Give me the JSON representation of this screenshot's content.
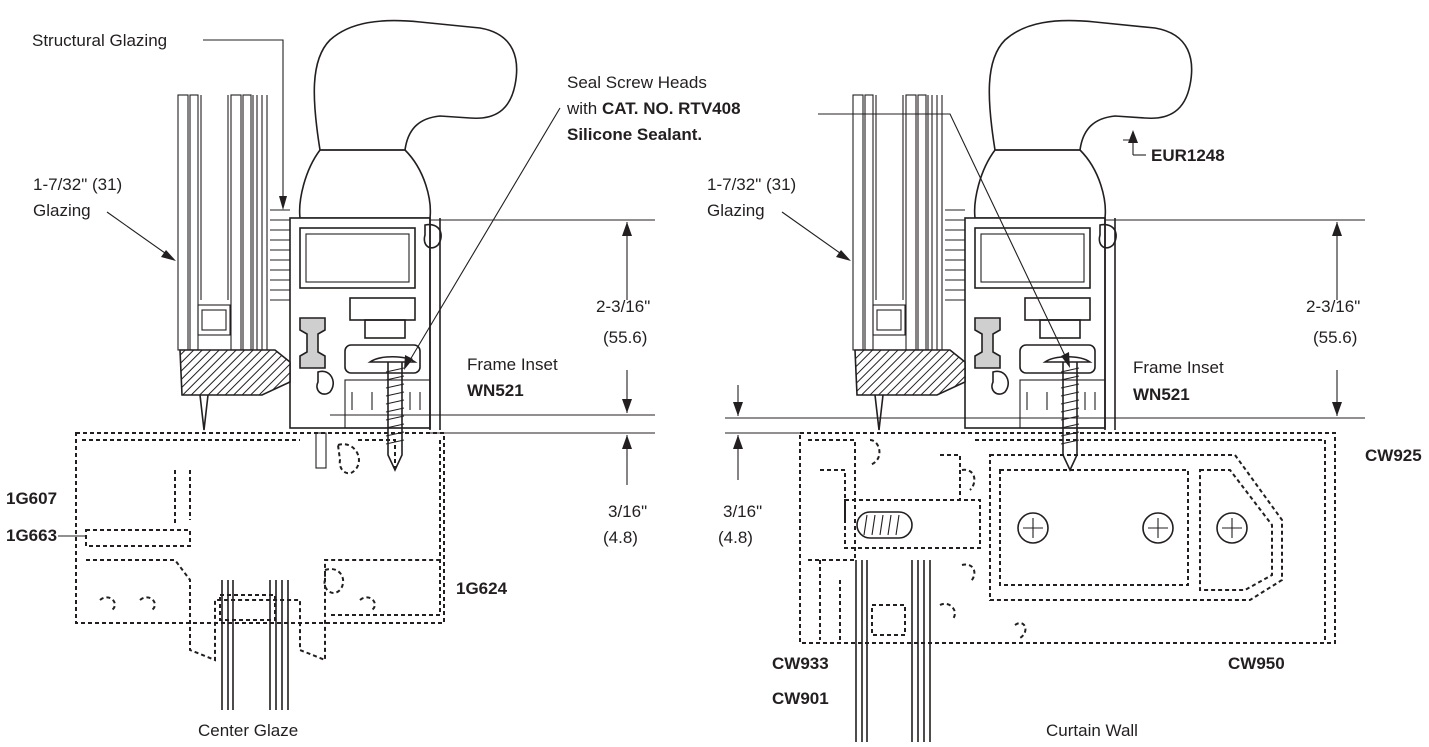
{
  "left_detail": {
    "caption": "Center Glaze",
    "structural_glazing": "Structural Glazing",
    "glazing_line1": "1-7/32\" (31)",
    "glazing_line2": "Glazing",
    "seal_line1": "Seal Screw Heads",
    "seal_line2_prefix": "with ",
    "seal_line2_bold": "CAT. NO. RTV408",
    "seal_line3": "Silicone Sealant.",
    "dim_top_line1": "2-3/16\"",
    "dim_top_line2": "(55.6)",
    "frame_inset": "Frame Inset",
    "frame_part": "WN521",
    "dim_bottom_line1": "3/16\"",
    "dim_bottom_line2": "(4.8)",
    "part_a": "1G607",
    "part_b": "1G663",
    "part_c": "1G624"
  },
  "right_detail": {
    "caption": "Curtain Wall",
    "cover_part": "EUR1248",
    "glazing_line1": "1-7/32\" (31)",
    "glazing_line2": "Glazing",
    "dim_top_line1": "2-3/16\"",
    "dim_top_line2": "(55.6)",
    "frame_inset": "Frame Inset",
    "frame_part": "WN521",
    "dim_bottom_line1": "3/16\"",
    "dim_bottom_line2": "(4.8)",
    "part_a": "CW925",
    "part_b": "CW950",
    "part_c": "CW933",
    "part_d": "CW901"
  },
  "colors": {
    "ink": "#231f20",
    "gasket": "#cfcfcf",
    "background": "#ffffff"
  }
}
